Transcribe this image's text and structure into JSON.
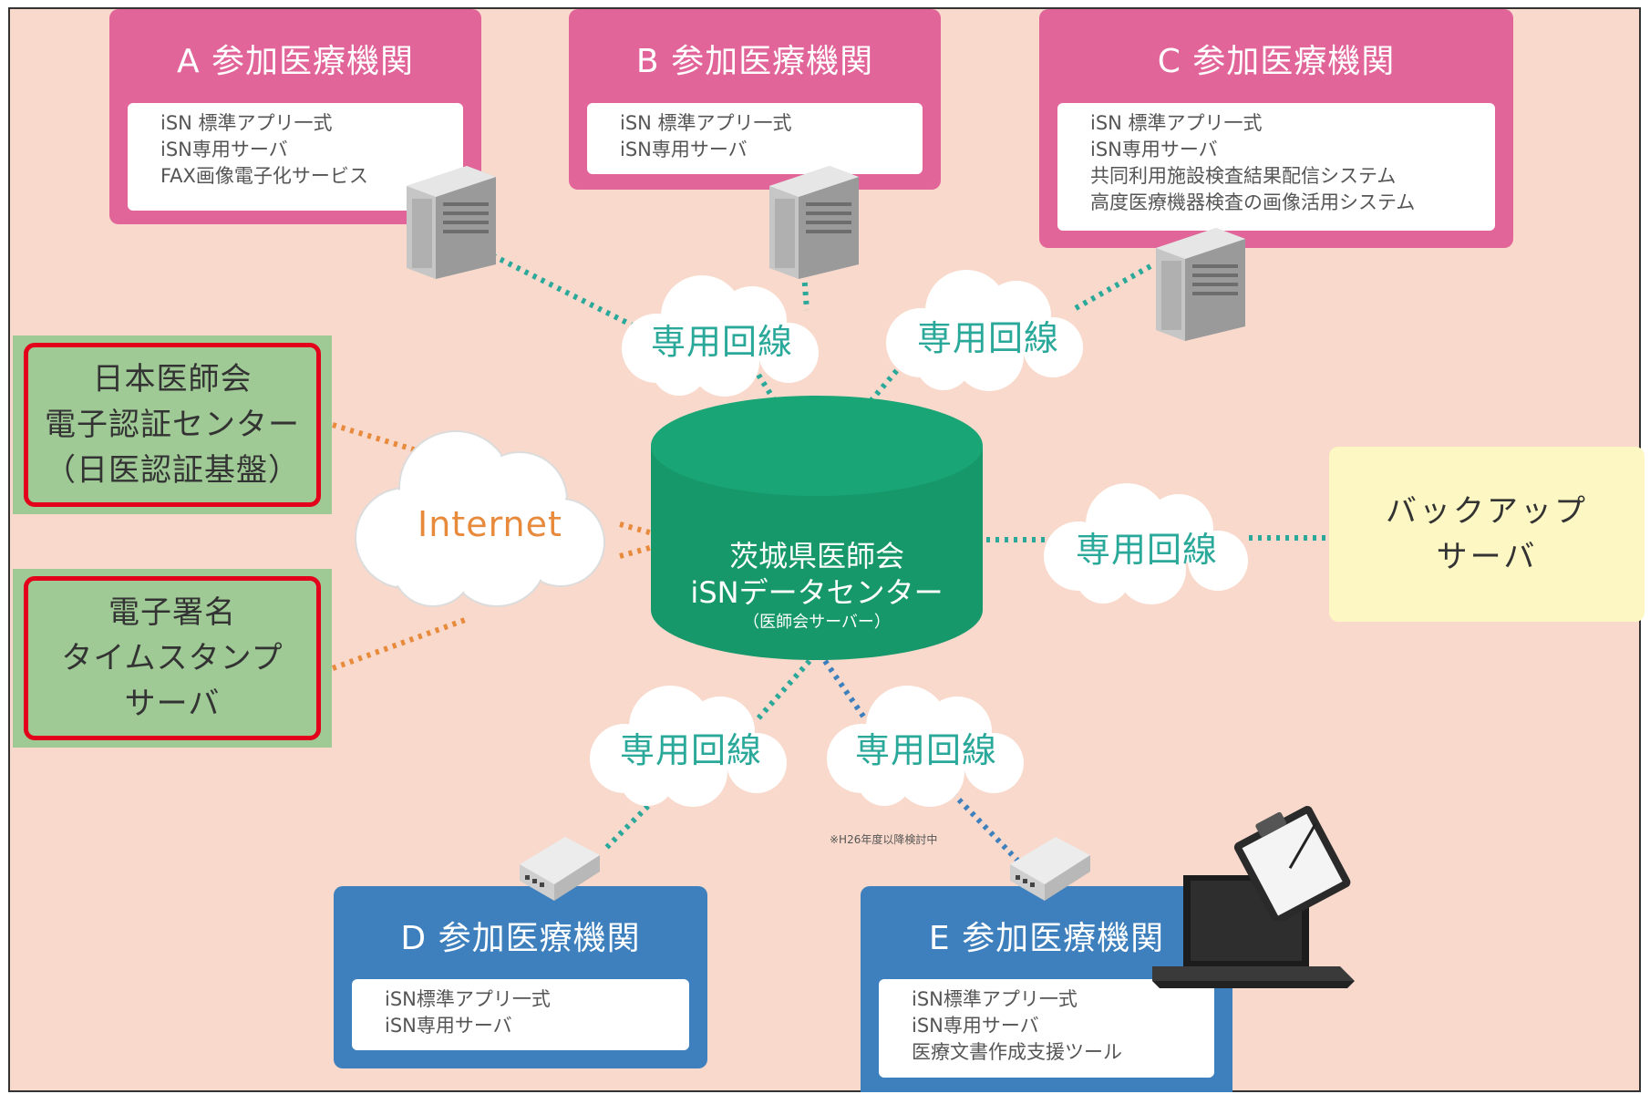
{
  "institutions": {
    "a": {
      "title": "A 参加医療機関",
      "items": [
        "iSN 標準アプリ一式",
        "iSN専用サーバ",
        "FAX画像電子化サービス"
      ]
    },
    "b": {
      "title": "B 参加医療機関",
      "items": [
        "iSN 標準アプリ一式",
        "iSN専用サーバ"
      ]
    },
    "c": {
      "title": "C 参加医療機関",
      "items": [
        "iSN 標準アプリ一式",
        "iSN専用サーバ",
        "共同利用施設検査結果配信システム",
        "高度医療機器検査の画像活用システム"
      ]
    },
    "d": {
      "title": "D 参加医療機関",
      "items": [
        "iSN標準アプリ一式",
        "iSN専用サーバ"
      ]
    },
    "e": {
      "title": "E 参加医療機関",
      "items": [
        "iSN標準アプリ一式",
        "iSN専用サーバ",
        "医療文書作成支援ツール"
      ]
    }
  },
  "external": {
    "ca": {
      "lines": [
        "日本医師会",
        "電子認証センター",
        "（日医認証基盤）"
      ]
    },
    "timestamp": {
      "lines": [
        "電子署名",
        "タイムスタンプ",
        "サーバ"
      ]
    }
  },
  "backup": {
    "lines": [
      "バックアップ",
      "サーバ"
    ]
  },
  "datacenter": {
    "line1": "茨城県医師会",
    "line2": "iSNデータセンター",
    "line3": "（医師会サーバー）"
  },
  "clouds": {
    "internet": "Internet",
    "dedicated_line": "専用回線"
  },
  "note": "※H26年度以降検討中",
  "colors": {
    "background": "#f8d9cb",
    "pink": "#e2659a",
    "blue": "#3d80bd",
    "green_box": "#9fc995",
    "red_border": "#e3001b",
    "datacenter": "#16986a",
    "teal_link": "#2aa89a",
    "orange_link": "#e88a3c",
    "blue_link": "#3d80bd",
    "backup": "#fdf7c3"
  }
}
